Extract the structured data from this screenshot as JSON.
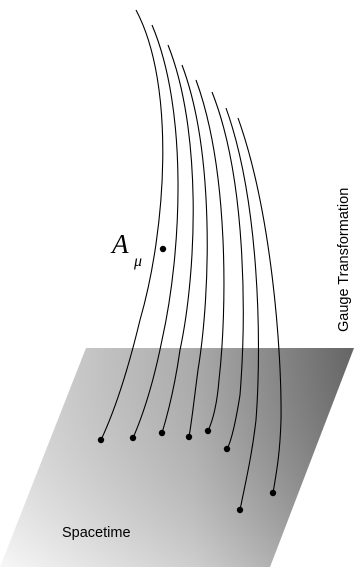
{
  "diagram": {
    "field_label": "A",
    "field_subscript": "μ",
    "axis_label": "Gauge Transformation",
    "plane_label": "Spacetime",
    "colors": {
      "curve": "#000000",
      "dot": "#000000",
      "plane_dark": "#707070",
      "plane_mid": "#bdbdbd",
      "plane_light": "#f4f4f4"
    }
  }
}
